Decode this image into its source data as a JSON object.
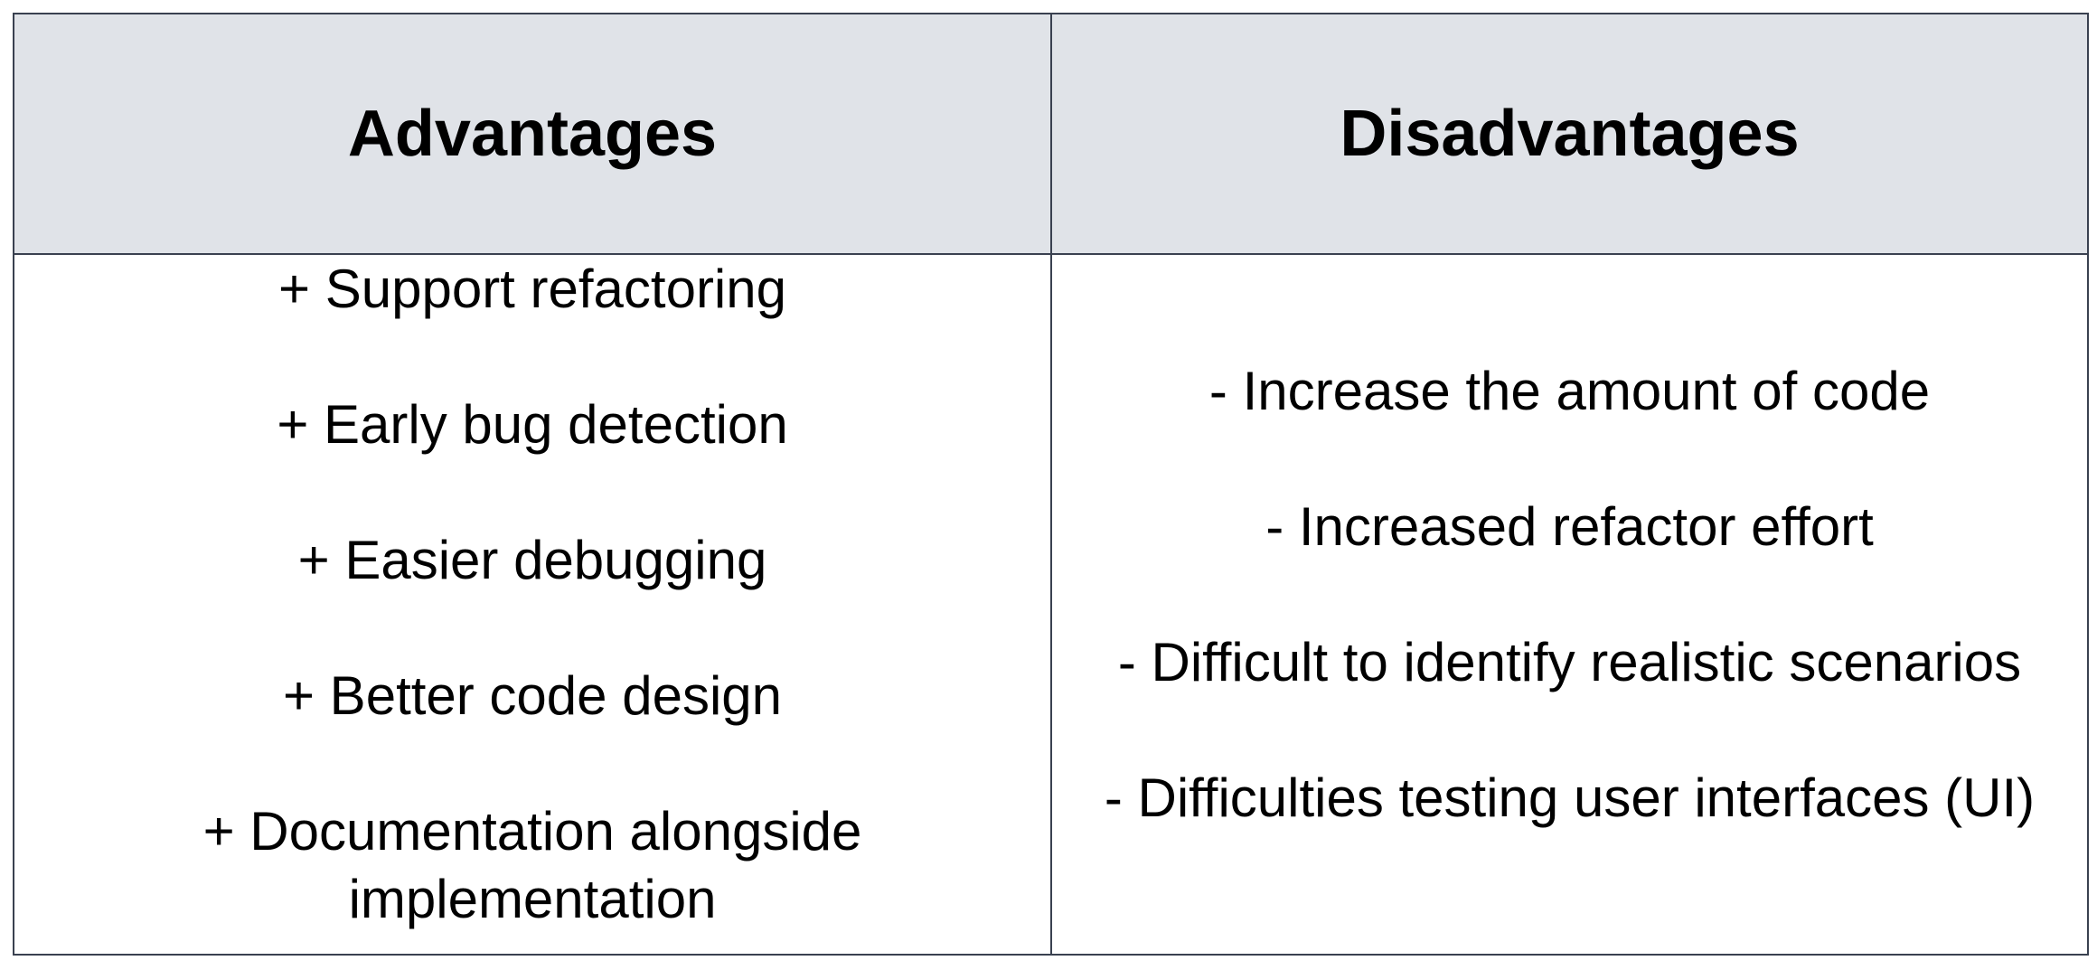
{
  "table": {
    "headers": {
      "advantages": "Advantages",
      "disadvantages": "Disadvantages"
    },
    "advantages": [
      "+ Support refactoring",
      "+ Early bug detection",
      "+ Easier debugging",
      "+ Better code design",
      "+ Documentation alongside implementation"
    ],
    "disadvantages": [
      "- Increase the amount of code",
      "- Increased refactor effort",
      "- Difficult to identify realistic scenarios",
      "- Difficulties testing user interfaces (UI)"
    ]
  },
  "colors": {
    "header_background": "#e0e3e8",
    "border": "#3a4150",
    "text": "#000000"
  }
}
